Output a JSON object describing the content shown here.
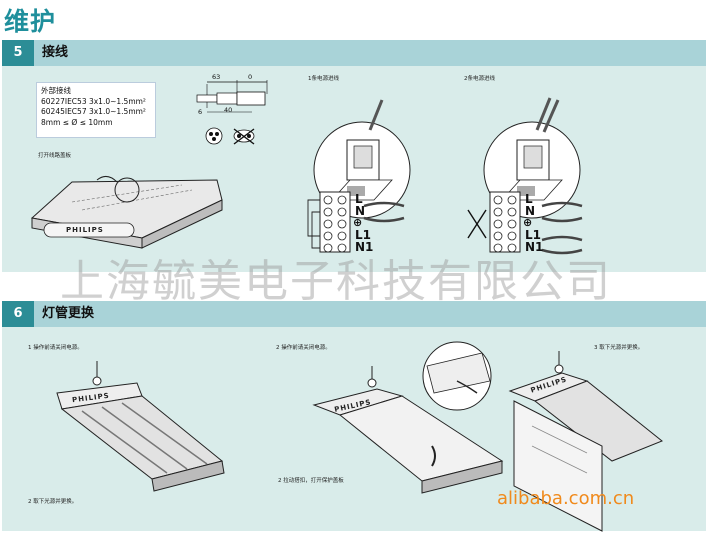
{
  "page_title": "维护",
  "section5": {
    "number": "5",
    "title": "接线",
    "spec": {
      "heading": "外部接线",
      "line1": "60227IEC53   3x1.0~1.5mm²",
      "line2": "60245IEC57   3x1.0~1.5mm²",
      "line3": "8mm ≤ Ø ≤ 10mm"
    },
    "dims": {
      "d63": "63",
      "d0": "0",
      "d6": "6",
      "d40": "40"
    },
    "open_cover_caption": "打开线路盖板",
    "brand": "PHILIPS",
    "single_supply_caption": "1条电源进线",
    "dual_supply_caption": "2条电源进线",
    "terminal_labels": [
      "L",
      "N",
      "⊕",
      "L1",
      "N1"
    ]
  },
  "section6": {
    "number": "6",
    "title": "灯管更换",
    "step1_caption": "1 操作前请关闭电源。",
    "step2_caption_a": "2 操作前请关闭电源。",
    "step3_caption": "3 取下光源并更换。",
    "step1_bottom": "2 取下光源并更换。",
    "step2_bottom": "2 拉动搭扣，打开保护盖板",
    "brand": "PHILIPS"
  },
  "watermark": "上海毓美电子科技有限公司",
  "site": "alibaba.com.cn"
}
